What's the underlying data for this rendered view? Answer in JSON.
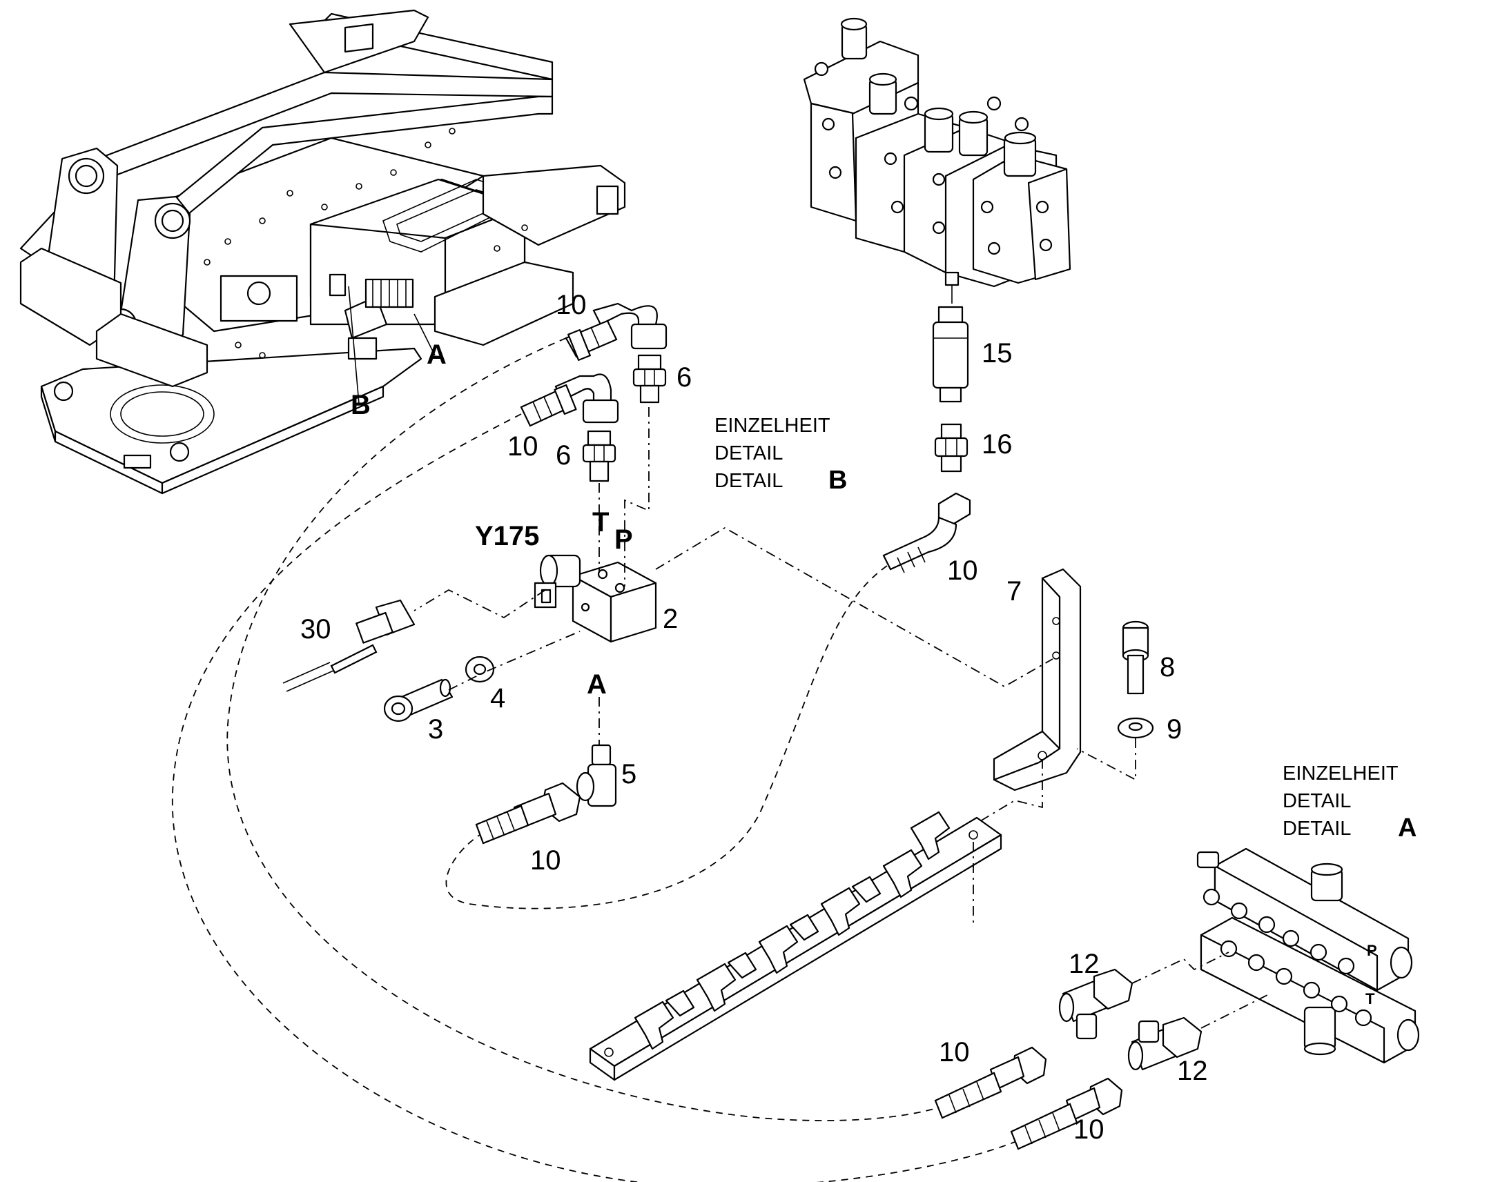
{
  "labels": {
    "p2": "2",
    "p3": "3",
    "p4": "4",
    "p5": "5",
    "p6": "6",
    "p7": "7",
    "p8": "8",
    "p9": "9",
    "p10": "10",
    "p12": "12",
    "p15": "15",
    "p16": "16",
    "p30": "30",
    "y175": "Y175",
    "a": "A",
    "b": "B",
    "t": "T",
    "p": "P"
  },
  "detail_b": {
    "line1": "EINZELHEIT",
    "line2": "DETAIL",
    "line3": "DETAIL",
    "letter": "B"
  },
  "detail_a": {
    "line1": "EINZELHEIT",
    "line2": "DETAIL",
    "line3": "DETAIL",
    "letter": "A"
  }
}
